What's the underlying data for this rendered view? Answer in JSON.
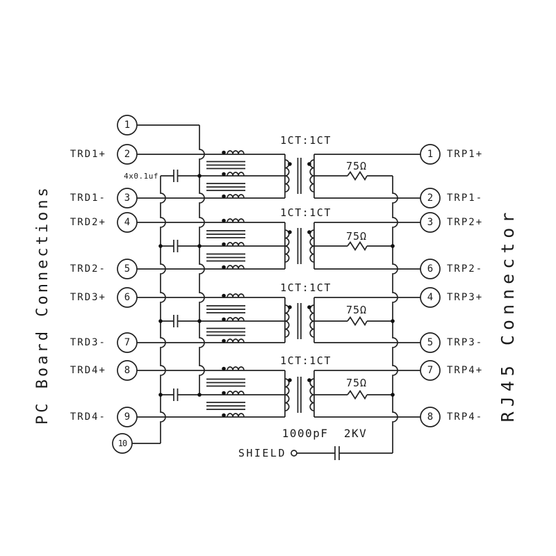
{
  "diagram": {
    "left_title": "PC Board Connections",
    "right_title": "RJ45 Connector",
    "transformer_ratio": "1CT:1CT",
    "resistor_value": "75Ω",
    "cap_bank_label": "4x0.1uf",
    "shield_label": "SHIELD",
    "shield_cap_label": "1000pF  2KV",
    "line_color": "#222222",
    "background_color": "#ffffff"
  },
  "left_pins": [
    {
      "number": "1",
      "label": ""
    },
    {
      "number": "2",
      "label": "TRD1+"
    },
    {
      "number": "3",
      "label": "TRD1-"
    },
    {
      "number": "4",
      "label": "TRD2+"
    },
    {
      "number": "5",
      "label": "TRD2-"
    },
    {
      "number": "6",
      "label": "TRD3+"
    },
    {
      "number": "7",
      "label": "TRD3-"
    },
    {
      "number": "8",
      "label": "TRD4+"
    },
    {
      "number": "9",
      "label": "TRD4-"
    },
    {
      "number": "10",
      "label": ""
    }
  ],
  "right_pins": [
    {
      "number": "1",
      "label": "TRP1+"
    },
    {
      "number": "2",
      "label": "TRP1-"
    },
    {
      "number": "3",
      "label": "TRP2+"
    },
    {
      "number": "6",
      "label": "TRP2-"
    },
    {
      "number": "4",
      "label": "TRP3+"
    },
    {
      "number": "5",
      "label": "TRP3-"
    },
    {
      "number": "7",
      "label": "TRP4+"
    },
    {
      "number": "8",
      "label": "TRP4-"
    }
  ]
}
